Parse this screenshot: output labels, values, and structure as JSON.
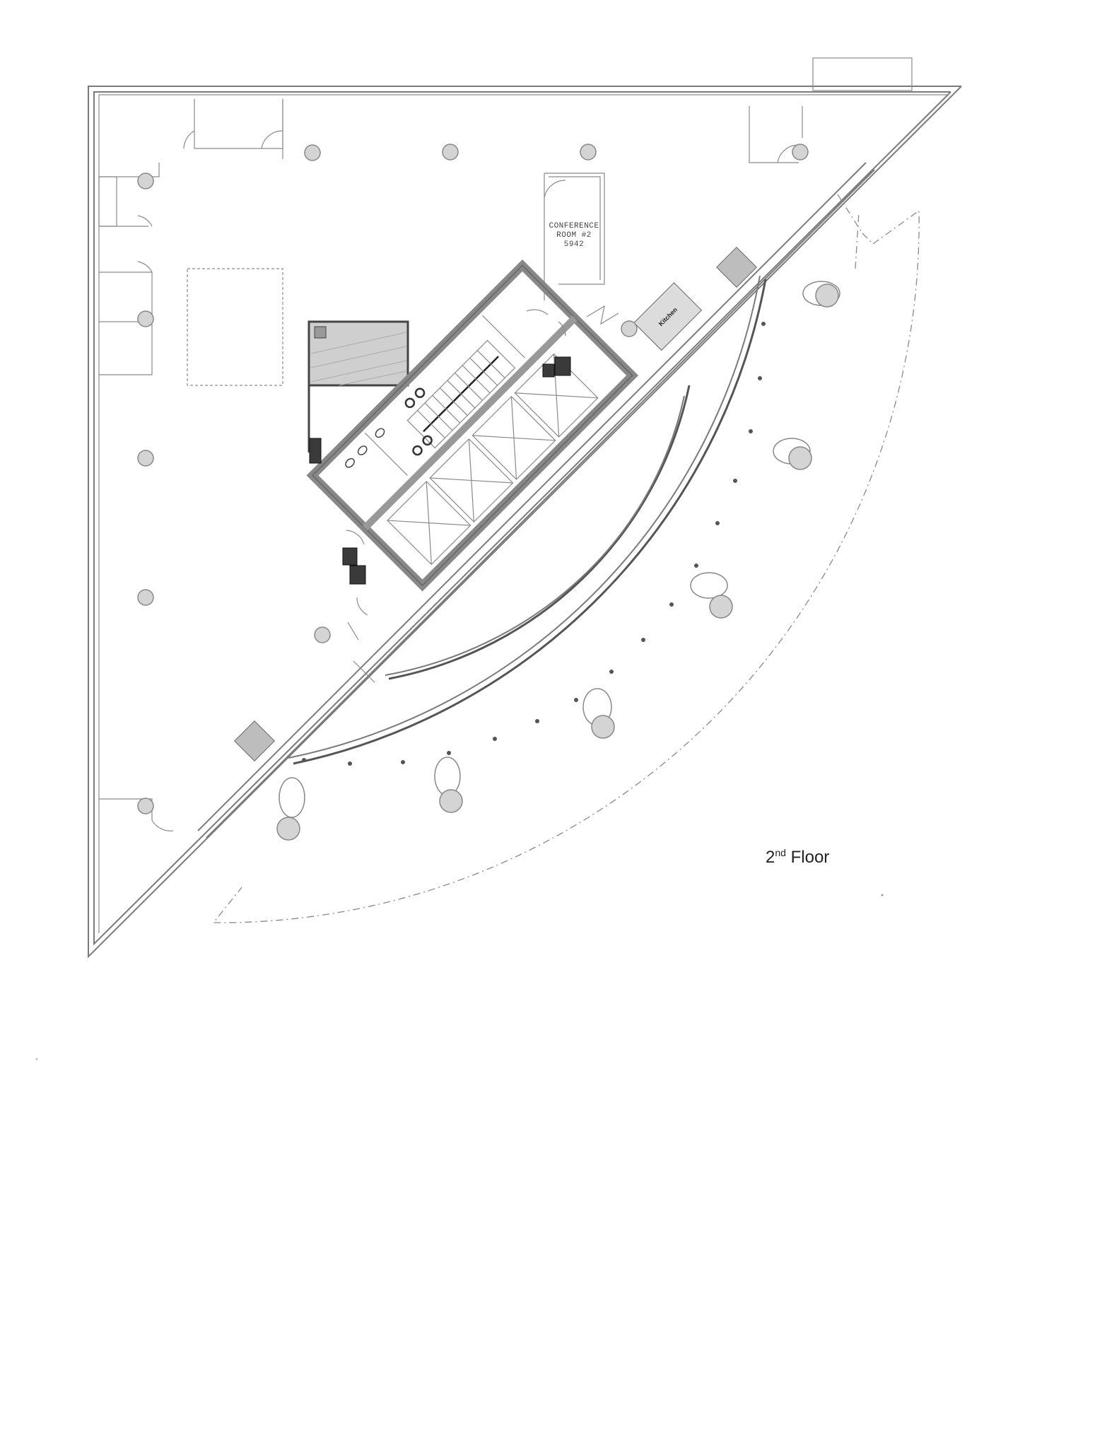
{
  "floor_label": {
    "number": "2",
    "suffix": "nd",
    "word": "Floor"
  },
  "conference_room": {
    "line1": "CONFERENCE",
    "line2": "ROOM #2",
    "line3": "5942"
  },
  "kitchen_label": "Kitchen",
  "colors": {
    "wall": "#7a7a7a",
    "column_fill": "#d4d4d4",
    "core_fill": "#cfcfcf",
    "accent_dark": "#3a3a3a"
  }
}
